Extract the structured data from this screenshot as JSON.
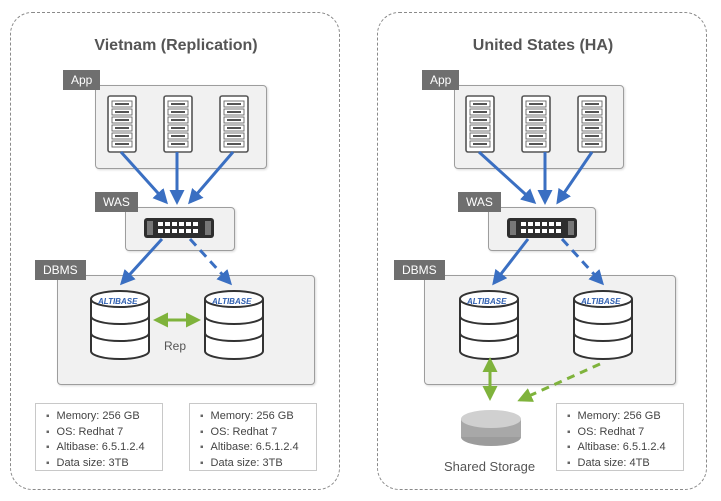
{
  "panels": [
    {
      "title": "Vietnam (Replication)",
      "tiers": {
        "app": "App",
        "was": "WAS",
        "dbms": "DBMS"
      },
      "db_brand": "ALTIBASE",
      "replication_label": "Rep",
      "info_boxes": [
        [
          "Memory: 256 GB",
          "OS: Redhat 7",
          "Altibase: 6.5.1.2.4",
          "Data size: 3TB"
        ],
        [
          "Memory: 256 GB",
          "OS: Redhat 7",
          "Altibase: 6.5.1.2.4",
          "Data size: 3TB"
        ]
      ]
    },
    {
      "title": "United States (HA)",
      "tiers": {
        "app": "App",
        "was": "WAS",
        "dbms": "DBMS"
      },
      "db_brand": "ALTIBASE",
      "storage_label": "Shared Storage",
      "info_boxes": [
        [
          "Memory: 256 GB",
          "OS: Redhat 7",
          "Altibase: 6.5.1.2.4",
          "Data size: 4TB"
        ]
      ]
    }
  ],
  "colors": {
    "link": "#3a6fc2",
    "replication": "#7fb33c",
    "tag": "#6f6f6f"
  },
  "icons": [
    "rack-server-icon",
    "was-appliance-icon",
    "database-cylinder-icon",
    "shared-storage-disk-icon"
  ]
}
